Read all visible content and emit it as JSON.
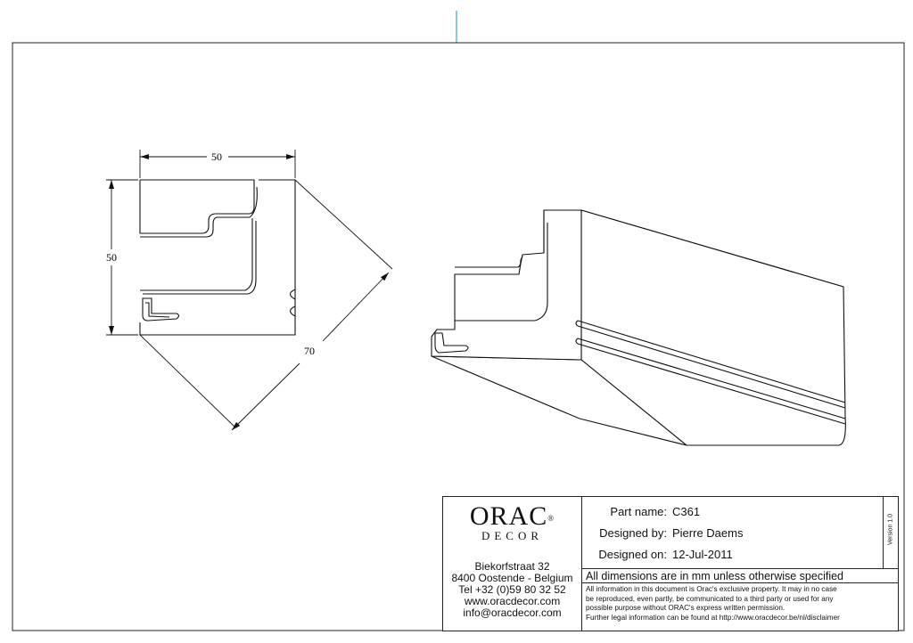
{
  "drawing": {
    "dimensions": {
      "width": "50",
      "height": "50",
      "diagonal": "70"
    }
  },
  "title_block": {
    "logo": {
      "main": "ORAC",
      "registered": "®",
      "sub": "DECOR"
    },
    "address": {
      "street": "Biekorfstraat 32",
      "city": "8400 Oostende - Belgium",
      "phone": "Tel  +32 (0)59 80 32 52",
      "web": "www.oracdecor.com",
      "email": "info@oracdecor.com"
    },
    "part_name_label": "Part name:",
    "part_name": "C361",
    "designed_by_label": "Designed by:",
    "designed_by": "Pierre Daems",
    "designed_on_label": "Designed on:",
    "designed_on": "12-Jul-2011",
    "version": "Version 1.0",
    "dims_note": "All dimensions are in mm unless otherwise specified",
    "legal": [
      "All information in this document is Orac's exclusive property.  It may in no case",
      "be reproduced, even partly, be communicated to a third party or used for any",
      "possible purpose without ORAC's express written permission.",
      "Further legal information can be found at http://www.oracdecor.be/nl/disclaimer"
    ]
  }
}
